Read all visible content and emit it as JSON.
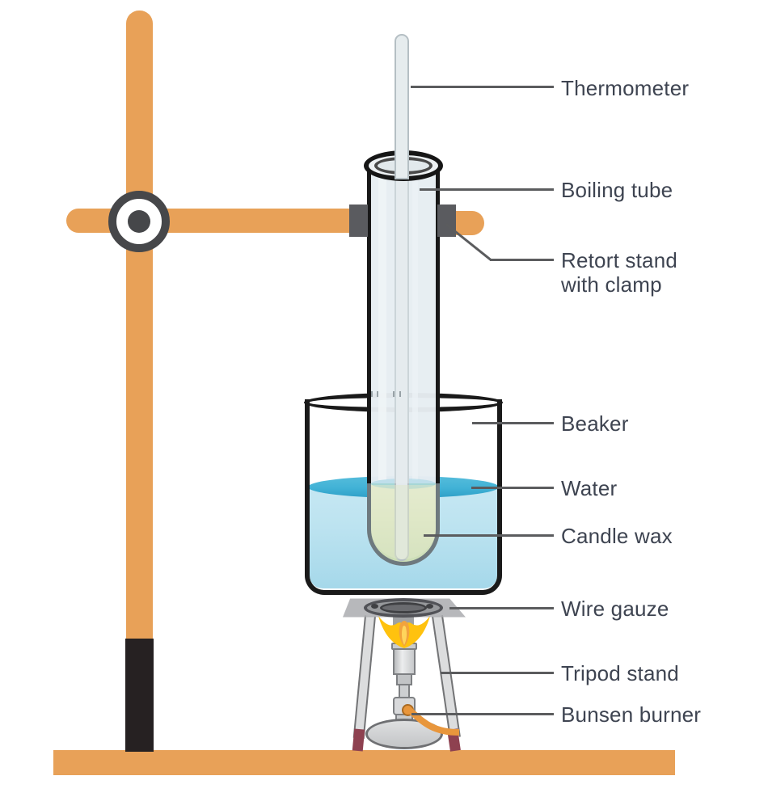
{
  "labels": [
    {
      "id": "thermometer",
      "text": "Thermometer"
    },
    {
      "id": "boiling-tube",
      "text": "Boiling tube"
    },
    {
      "id": "retort-stand",
      "text": "Retort stand\nwith clamp"
    },
    {
      "id": "beaker",
      "text": "Beaker"
    },
    {
      "id": "water",
      "text": "Water"
    },
    {
      "id": "candle-wax",
      "text": "Candle wax"
    },
    {
      "id": "wire-gauze",
      "text": "Wire gauze"
    },
    {
      "id": "tripod-stand",
      "text": "Tripod stand"
    },
    {
      "id": "bunsen-burner",
      "text": "Bunsen burner"
    }
  ],
  "colors": {
    "stand_orange": "#E8A158",
    "pole_black": "#262122",
    "clamp_gray": "#5A5B5F",
    "water_surface": "#41B2D6",
    "water_body": "#BCE3F0",
    "wax": "#DFE8C7",
    "flame_yellow": "#FFC20E",
    "flame_orange": "#F2A33C",
    "gas_tube_orange": "#E8963C",
    "tripod_foot": "#8E4150",
    "label_text": "#3E4451",
    "leader_line": "#5B5C5E"
  }
}
